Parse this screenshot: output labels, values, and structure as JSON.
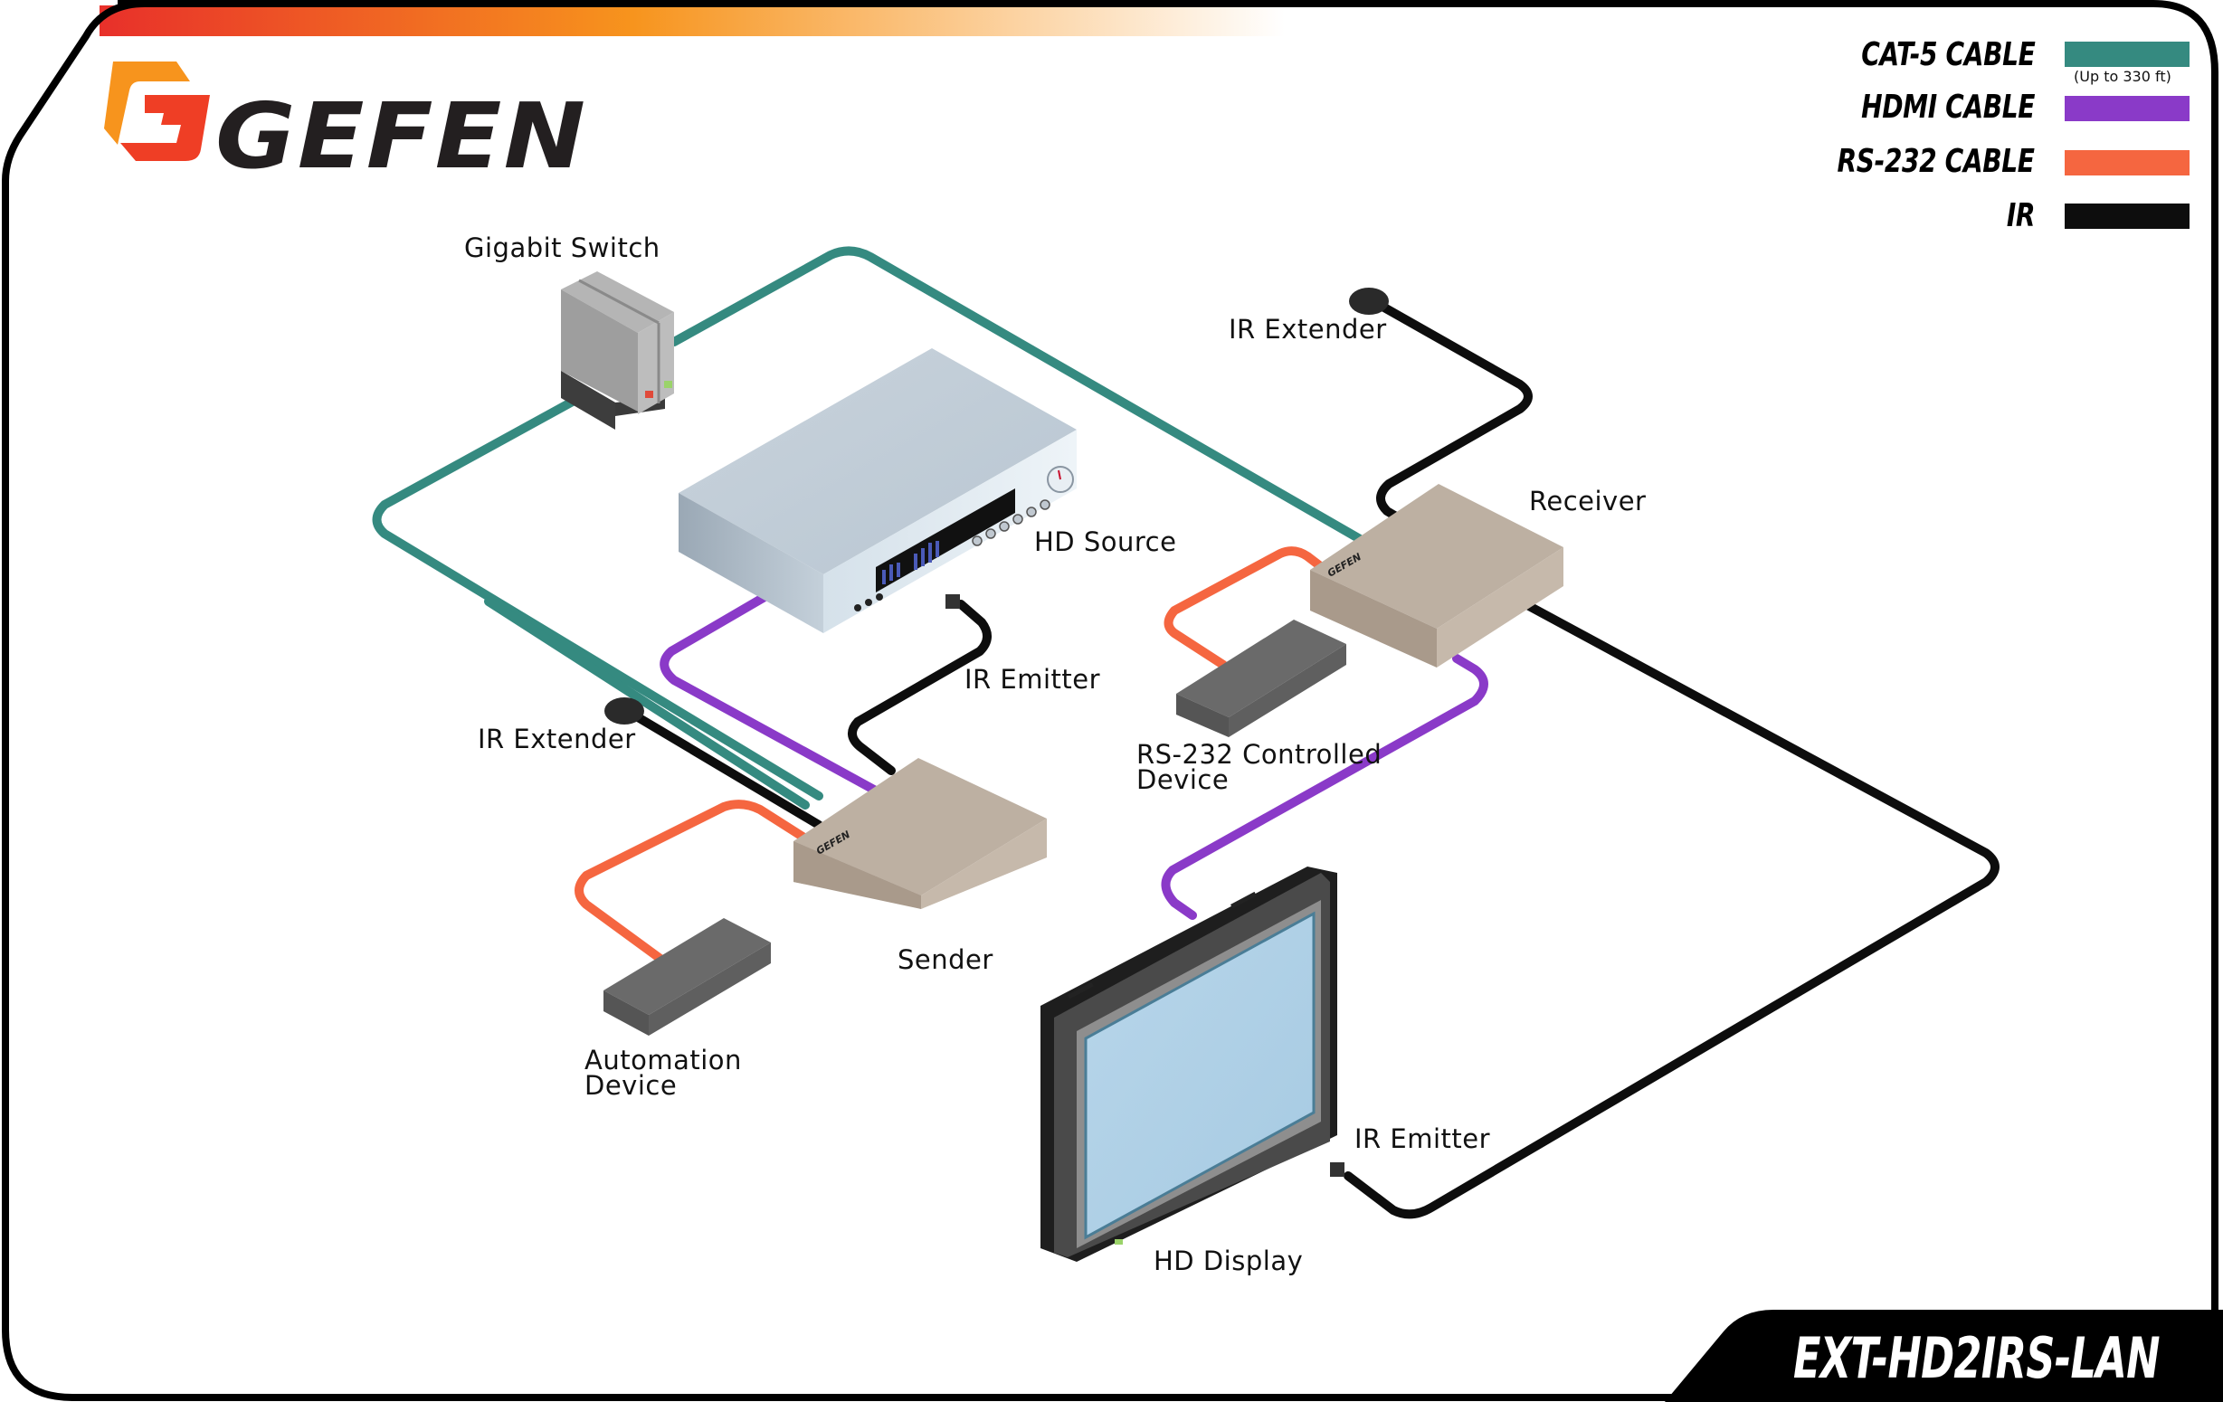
{
  "brand": {
    "name": "GEFEN",
    "logo_colors": {
      "orange": "#f7941d",
      "red": "#ef3e25",
      "text": "#231f20"
    }
  },
  "header": {
    "gradient_colors": [
      "#e8302a",
      "#f7941d",
      "#ffffff"
    ]
  },
  "legend": {
    "items": [
      {
        "label": "CAT-5 CABLE",
        "color": "#358a80",
        "note": "(Up to 330 ft)"
      },
      {
        "label": "HDMI CABLE",
        "color": "#8a3ac8",
        "note": ""
      },
      {
        "label": "RS-232 CABLE",
        "color": "#f56640",
        "note": ""
      },
      {
        "label": "IR",
        "color": "#0d0d0d",
        "note": ""
      }
    ]
  },
  "devices": {
    "gigabit_switch": {
      "label": "Gigabit Switch"
    },
    "hd_source": {
      "label": "HD Source"
    },
    "sender": {
      "label": "Sender",
      "badge": "GEFEN"
    },
    "receiver": {
      "label": "Receiver",
      "badge": "GEFEN"
    },
    "hd_display": {
      "label": "HD Display"
    },
    "automation_device": {
      "label_line1": "Automation",
      "label_line2": "Device"
    },
    "rs232_device": {
      "label_line1": "RS-232 Controlled",
      "label_line2": "Device"
    },
    "ir_extender_sender": {
      "label": "IR Extender"
    },
    "ir_extender_receiver": {
      "label": "IR Extender"
    },
    "ir_emitter_source": {
      "label": "IR Emitter"
    },
    "ir_emitter_display": {
      "label": "IR Emitter"
    }
  },
  "connections": [
    {
      "from": "Gigabit Switch",
      "to": "Sender",
      "type": "CAT-5 CABLE"
    },
    {
      "from": "Gigabit Switch",
      "to": "Receiver",
      "type": "CAT-5 CABLE"
    },
    {
      "from": "HD Source",
      "to": "Sender",
      "type": "HDMI CABLE"
    },
    {
      "from": "Receiver",
      "to": "HD Display",
      "type": "HDMI CABLE"
    },
    {
      "from": "Automation Device",
      "to": "Sender",
      "type": "RS-232 CABLE"
    },
    {
      "from": "RS-232 Controlled Device",
      "to": "Receiver",
      "type": "RS-232 CABLE"
    },
    {
      "from": "IR Extender",
      "to": "Sender",
      "type": "IR"
    },
    {
      "from": "IR Emitter",
      "to": "Sender",
      "type": "IR"
    },
    {
      "from": "IR Extender",
      "to": "Receiver",
      "type": "IR"
    },
    {
      "from": "IR Emitter",
      "to": "Receiver",
      "type": "IR"
    }
  ],
  "footer": {
    "model": "EXT-HD2IRS-LAN"
  }
}
